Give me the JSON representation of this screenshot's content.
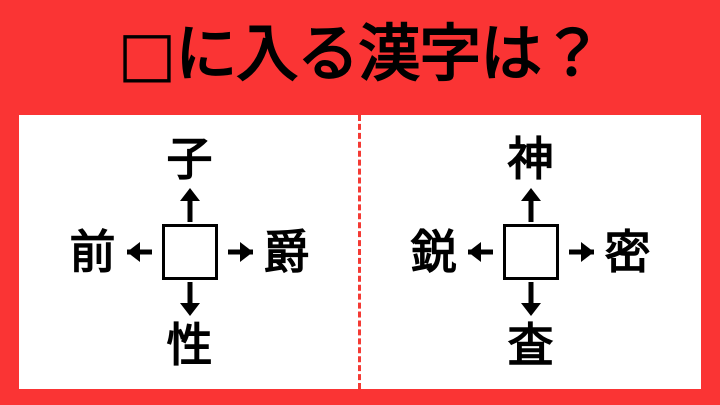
{
  "header": {
    "title": "□に入る漢字は？",
    "background_color": "#fa3434",
    "text_color": "#000000"
  },
  "card": {
    "background_color": "#ffffff",
    "divider": {
      "style": "dashed",
      "color": "#f43a34",
      "orientation": "vertical"
    }
  },
  "puzzles": [
    {
      "id": "puzzle-left",
      "center": "",
      "center_placeholder": "□",
      "top": "子",
      "left": "前",
      "right": "爵",
      "bottom": "性",
      "arrows": {
        "up": "↑",
        "left": "←",
        "right": "→",
        "down": "↓"
      }
    },
    {
      "id": "puzzle-right",
      "center": "",
      "center_placeholder": "□",
      "top": "神",
      "left": "鋭",
      "right": "密",
      "bottom": "査",
      "arrows": {
        "up": "↑",
        "left": "←",
        "right": "→",
        "down": "↓"
      }
    }
  ]
}
